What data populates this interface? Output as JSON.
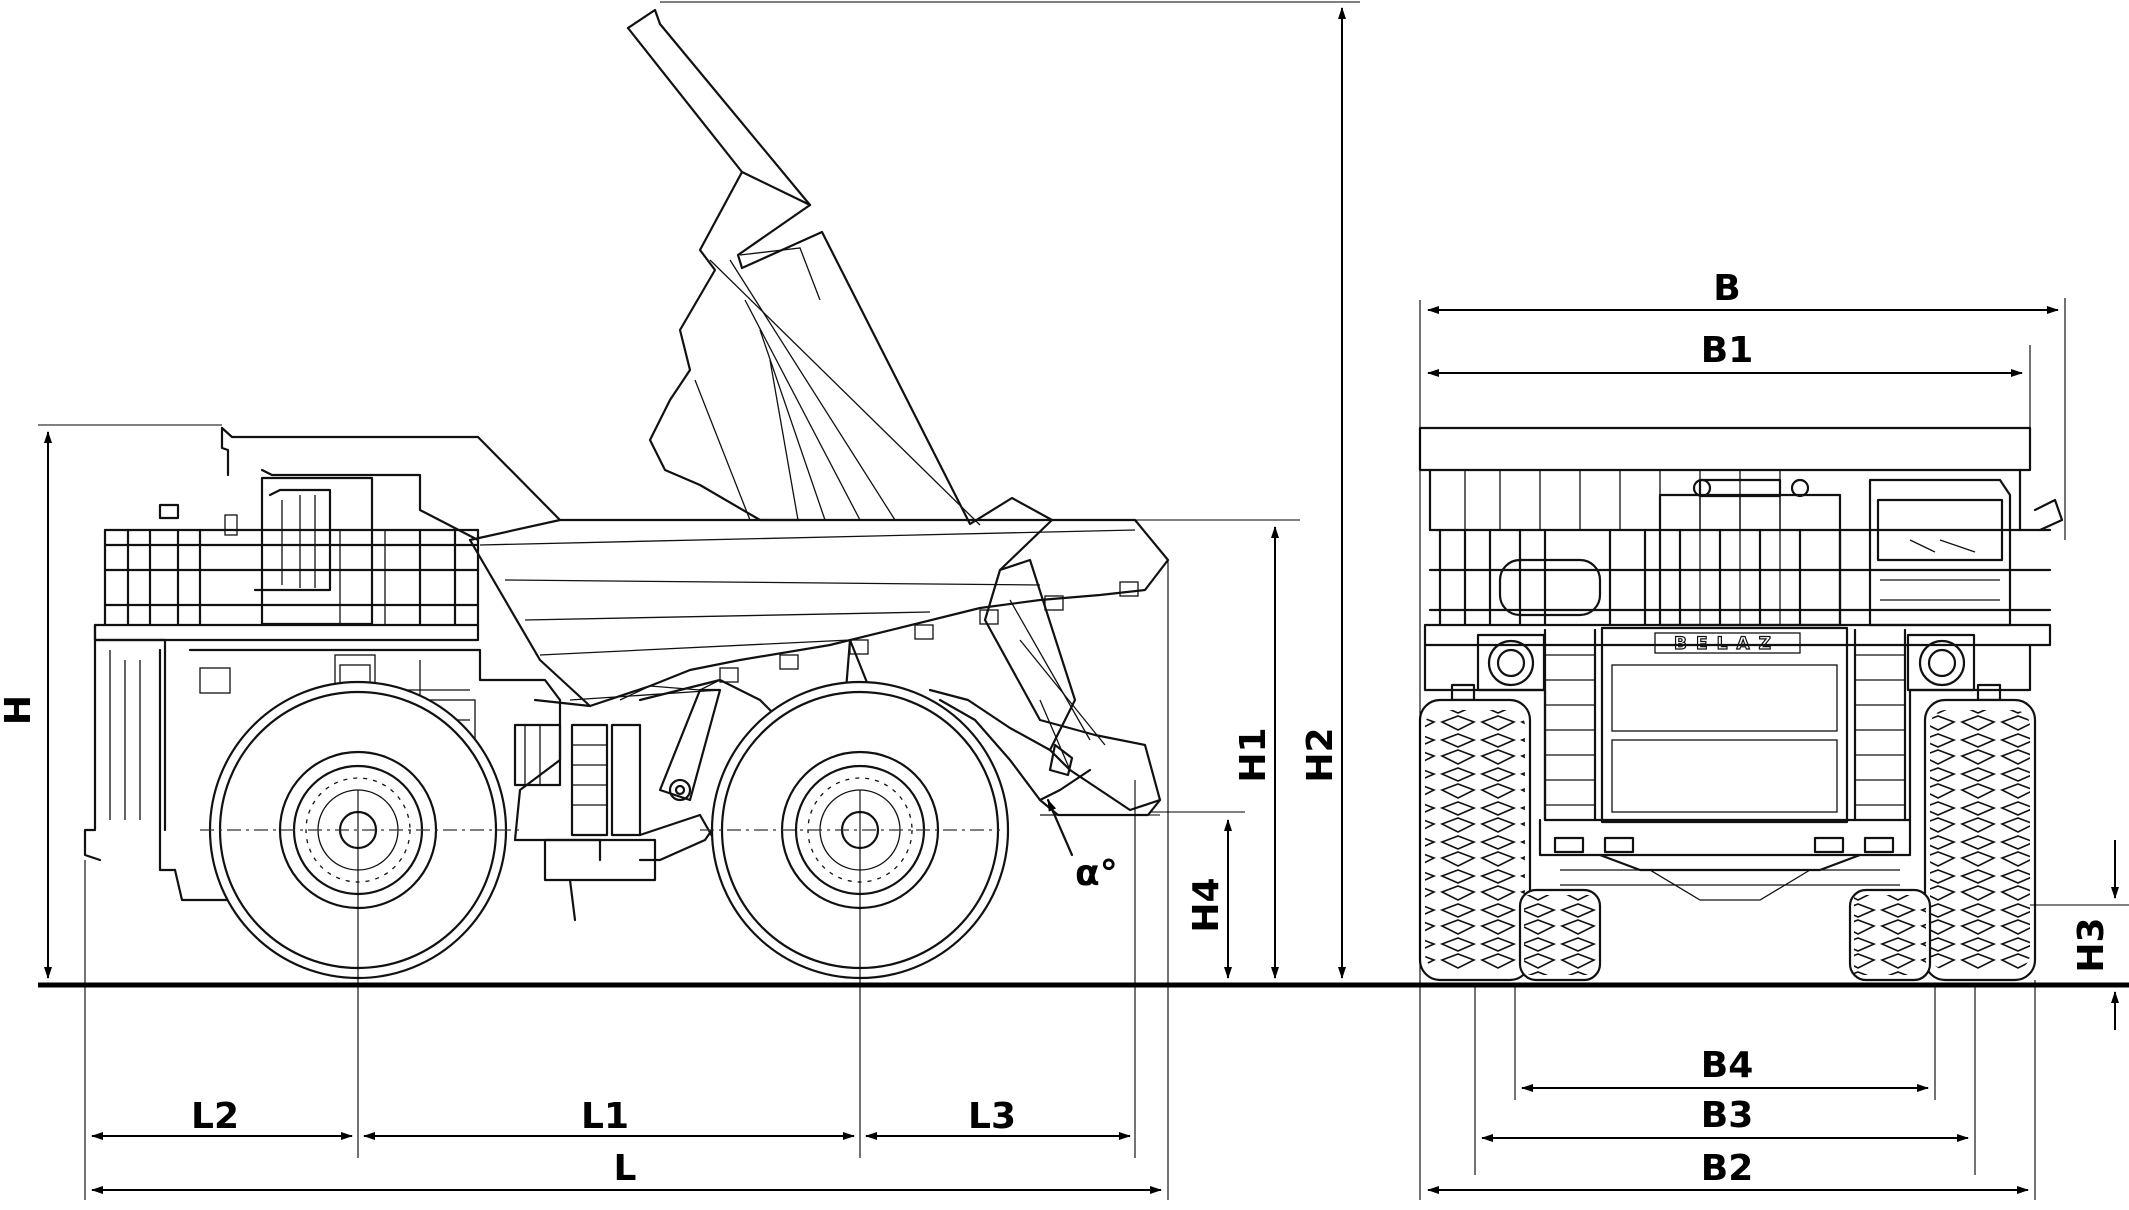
{
  "dimensions": {
    "H": "H",
    "H1": "H1",
    "H2": "H2",
    "H3": "H3",
    "H4": "H4",
    "L": "L",
    "L1": "L1",
    "L2": "L2",
    "L3": "L3",
    "B": "B",
    "B1": "B1",
    "B2": "B2",
    "B3": "B3",
    "B4": "B4",
    "alpha": "α°"
  },
  "grille_logo": "BELAZ"
}
